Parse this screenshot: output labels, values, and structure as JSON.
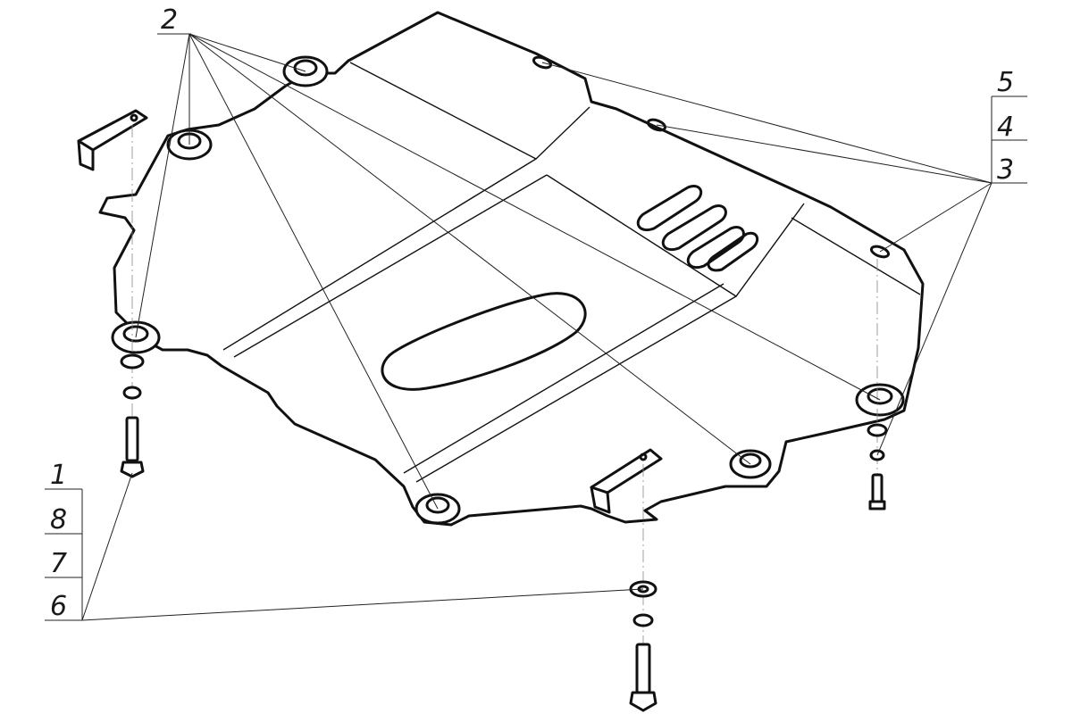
{
  "callouts": {
    "left_stack": [
      "1",
      "8",
      "7",
      "6"
    ],
    "top_left": "2",
    "right_stack": [
      "5",
      "4",
      "3"
    ]
  },
  "colors": {
    "ink": "#111111",
    "leader": "#222222",
    "background": "#ffffff"
  }
}
